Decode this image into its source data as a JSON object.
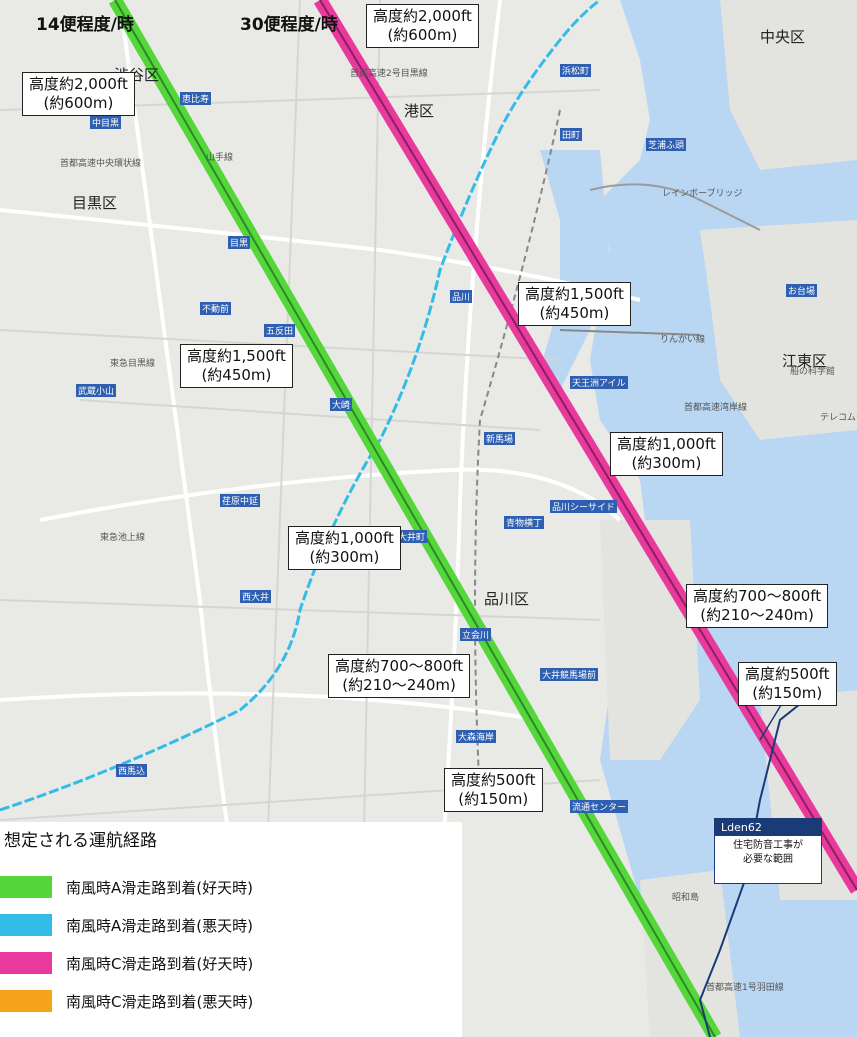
{
  "colors": {
    "water": "#b9d6f2",
    "land": "#e9e9e6",
    "route_a_good": "#55d63a",
    "route_a_bad": "#33bde6",
    "route_c_good": "#e8399d",
    "route_c_bad": "#f5a31b",
    "lden_contour": "#1a3a78"
  },
  "frequency_labels": {
    "route_a": "14便程度/時",
    "route_c": "30便程度/時"
  },
  "altitude_labels": [
    {
      "id": "a-2000",
      "ft": "高度約2,000ft",
      "m": "(約600m)"
    },
    {
      "id": "c-2000",
      "ft": "高度約2,000ft",
      "m": "(約600m)"
    },
    {
      "id": "a-1500",
      "ft": "高度約1,500ft",
      "m": "(約450m)"
    },
    {
      "id": "c-1500",
      "ft": "高度約1,500ft",
      "m": "(約450m)"
    },
    {
      "id": "a-1000",
      "ft": "高度約1,000ft",
      "m": "(約300m)"
    },
    {
      "id": "c-1000",
      "ft": "高度約1,000ft",
      "m": "(約300m)"
    },
    {
      "id": "a-700",
      "ft": "高度約700～800ft",
      "m": "(約210～240m)"
    },
    {
      "id": "c-700",
      "ft": "高度約700～800ft",
      "m": "(約210～240m)"
    },
    {
      "id": "a-500",
      "ft": "高度約500ft",
      "m": "(約150m)"
    },
    {
      "id": "c-500",
      "ft": "高度約500ft",
      "m": "(約150m)"
    }
  ],
  "wards": {
    "shibuya": "渋谷区",
    "minato": "港区",
    "chuo": "中央区",
    "meguro": "目黒区",
    "shinagawa": "品川区",
    "koto": "江東区"
  },
  "stations": {
    "ebisu": "恵比寿",
    "naka_meguro": "中目黒",
    "meguro": "目黒",
    "gotanda": "五反田",
    "osaki": "大崎",
    "shinagawa": "品川",
    "tamachi": "田町",
    "hamamatsucho": "浜松町",
    "oimachi": "大井町",
    "tennozu_isle": "天王洲アイル",
    "fudomae": "不動前",
    "musashi_koyama": "武蔵小山",
    "shinbamba": "新馬場",
    "aomono_yokocho": "青物横丁",
    "shinagawa_seaside": "品川シーサイド",
    "tachiaigawa": "立会川",
    "oi_keibajo": "大井競馬場前",
    "ryutsu_center": "流通センター",
    "omori_kaigan": "大森海岸",
    "shibaura_futo": "芝浦ふ頭",
    "odaiba": "お台場",
    "nishi_oi": "西大井",
    "ebara_nakanobu": "荏原中延",
    "nishi_magome": "西馬込"
  },
  "map_text": {
    "rainbow_bridge": "レインボーブリッジ",
    "rinkai_line": "りんかい線",
    "shuto_bay": "首都高速湾岸線",
    "telecom": "テレコムセ",
    "kagaku_miraikan": "船の科学館",
    "shuto_meguro": "首都高速2号目黒線",
    "shuto_central": "首都高速中央環状線",
    "yamanote": "山手線",
    "tokyu_meguro": "東急目黒線",
    "tokyu_ikegami": "東急池上線",
    "showajima": "昭和島",
    "shuto_1": "首都高速1号羽田線"
  },
  "lden": {
    "title": "Lden62",
    "line1": "住宅防音工事が",
    "line2": "必要な範囲"
  },
  "legend": {
    "title": "想定される運航経路",
    "items": [
      {
        "label": "南風時A滑走路到着(好天時)",
        "color": "#55d63a"
      },
      {
        "label": "南風時A滑走路到着(悪天時)",
        "color": "#33bde6"
      },
      {
        "label": "南風時C滑走路到着(好天時)",
        "color": "#e8399d"
      },
      {
        "label": "南風時C滑走路到着(悪天時)",
        "color": "#f5a31b"
      }
    ]
  }
}
